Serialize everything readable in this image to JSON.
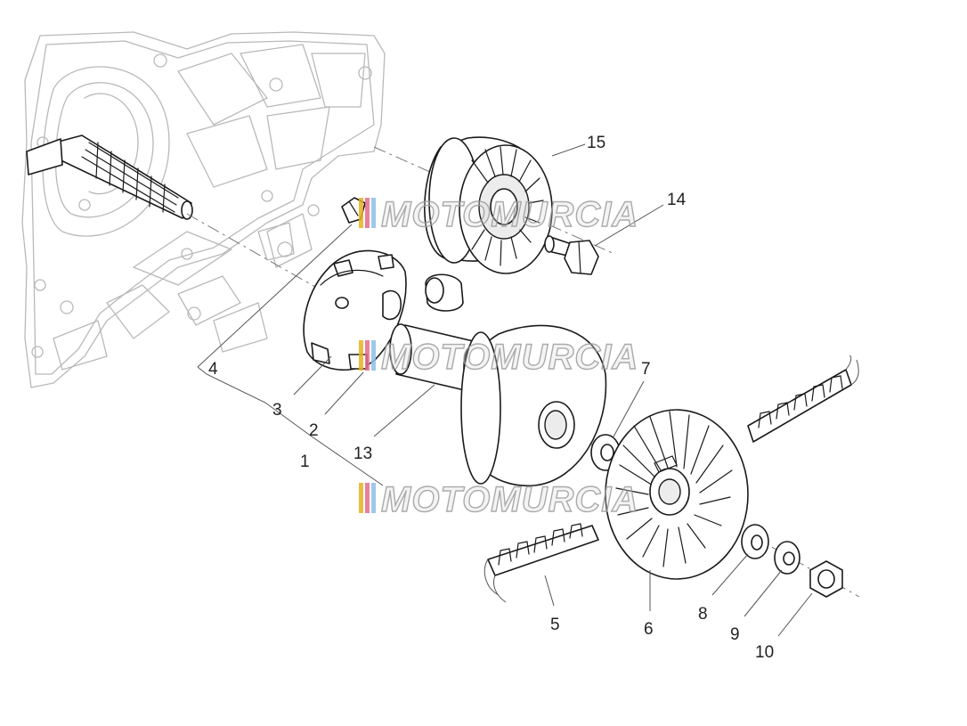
{
  "watermark": {
    "text": "MOTOMURCIA",
    "stripe_colors": [
      "#e6b21e",
      "#e36a8c",
      "#8fbfe6"
    ]
  },
  "callouts": [
    {
      "id": "1",
      "text": "1"
    },
    {
      "id": "2",
      "text": "2"
    },
    {
      "id": "3",
      "text": "3"
    },
    {
      "id": "4",
      "text": "4"
    },
    {
      "id": "5",
      "text": "5"
    },
    {
      "id": "6",
      "text": "6"
    },
    {
      "id": "7",
      "text": "7"
    },
    {
      "id": "8",
      "text": "8"
    },
    {
      "id": "9",
      "text": "9"
    },
    {
      "id": "10",
      "text": "10"
    },
    {
      "id": "13",
      "text": "13"
    },
    {
      "id": "14",
      "text": "14"
    },
    {
      "id": "15",
      "text": "15"
    }
  ]
}
